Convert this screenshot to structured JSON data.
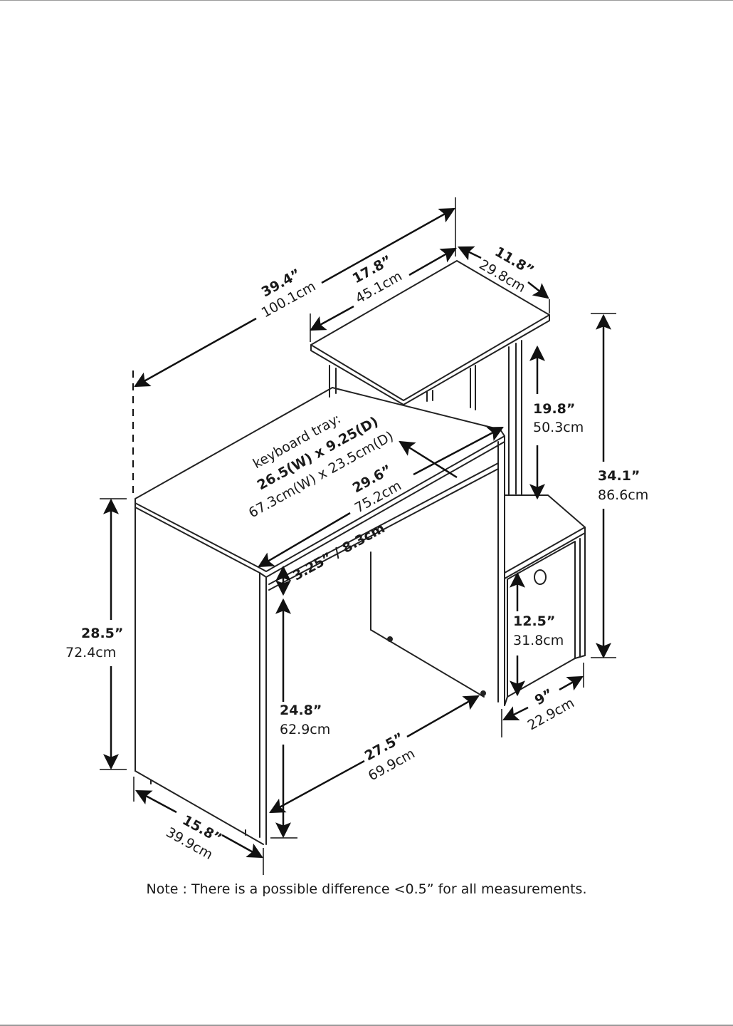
{
  "dimensions": {
    "total_width": {
      "in": "39.4”",
      "cm": "100.1cm"
    },
    "shelf_width": {
      "in": "17.8”",
      "cm": "45.1cm"
    },
    "shelf_depth": {
      "in": "11.8”",
      "cm": "29.8cm"
    },
    "shelf_clearance": {
      "in": "19.8”",
      "cm": "50.3cm"
    },
    "total_height": {
      "in": "34.1”",
      "cm": "86.6cm"
    },
    "keyboard_tray": {
      "title": "keyboard tray:",
      "in": "26.5(W) x 9.25(D)",
      "cm": "67.3cm(W) x 23.5cm(D)"
    },
    "desk_width": {
      "in": "29.6”",
      "cm": "75.2cm"
    },
    "tray_height": {
      "text": "3.25” / 8.3cm"
    },
    "desk_height": {
      "in": "28.5”",
      "cm": "72.4cm"
    },
    "cubby_height": {
      "in": "12.5”",
      "cm": "31.8cm"
    },
    "knee_height": {
      "in": "24.8”",
      "cm": "62.9cm"
    },
    "knee_width": {
      "in": "27.5”",
      "cm": "69.9cm"
    },
    "cubby_width": {
      "in": "9”",
      "cm": "22.9cm"
    },
    "depth": {
      "in": "15.8”",
      "cm": "39.9cm"
    }
  },
  "note": "Note : There is a possible difference <0.5” for all measurements."
}
